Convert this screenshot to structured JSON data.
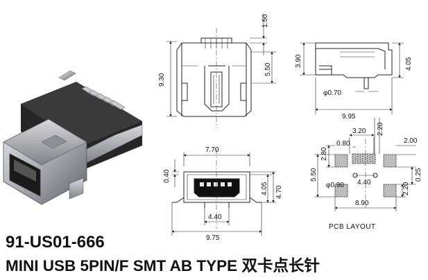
{
  "part_number": "91-US01-666",
  "description": "MINI USB 5PIN/F SMT AB TYPE 双卡点长针",
  "pcb_layout_label": "PCB LAYOUT",
  "side_view_dims": {
    "top": "1.50",
    "height": "9.30",
    "inner": "5.50"
  },
  "end_view_dims": {
    "height": "3.90",
    "height2": "4.05",
    "post": "φ0.70",
    "length": "9.95"
  },
  "front_view_dims": {
    "width": "7.70",
    "offset": "0.40",
    "h1": "4.05",
    "h2": "4.70",
    "pin_span": "4.40",
    "overall": "9.75"
  },
  "pcb_dims": {
    "d320": "3.20",
    "d220a": "2.20",
    "d080": "0.80",
    "d280": "2.80",
    "d200": "2.00",
    "d550": "5.50",
    "d025": "0.25",
    "hole": "φ0.90",
    "d440": "4.40",
    "d220b": "2.20",
    "d890": "8.90"
  },
  "colors": {
    "line": "#222222",
    "body": "#2a2a2a",
    "metal": "#b9bcc0"
  }
}
